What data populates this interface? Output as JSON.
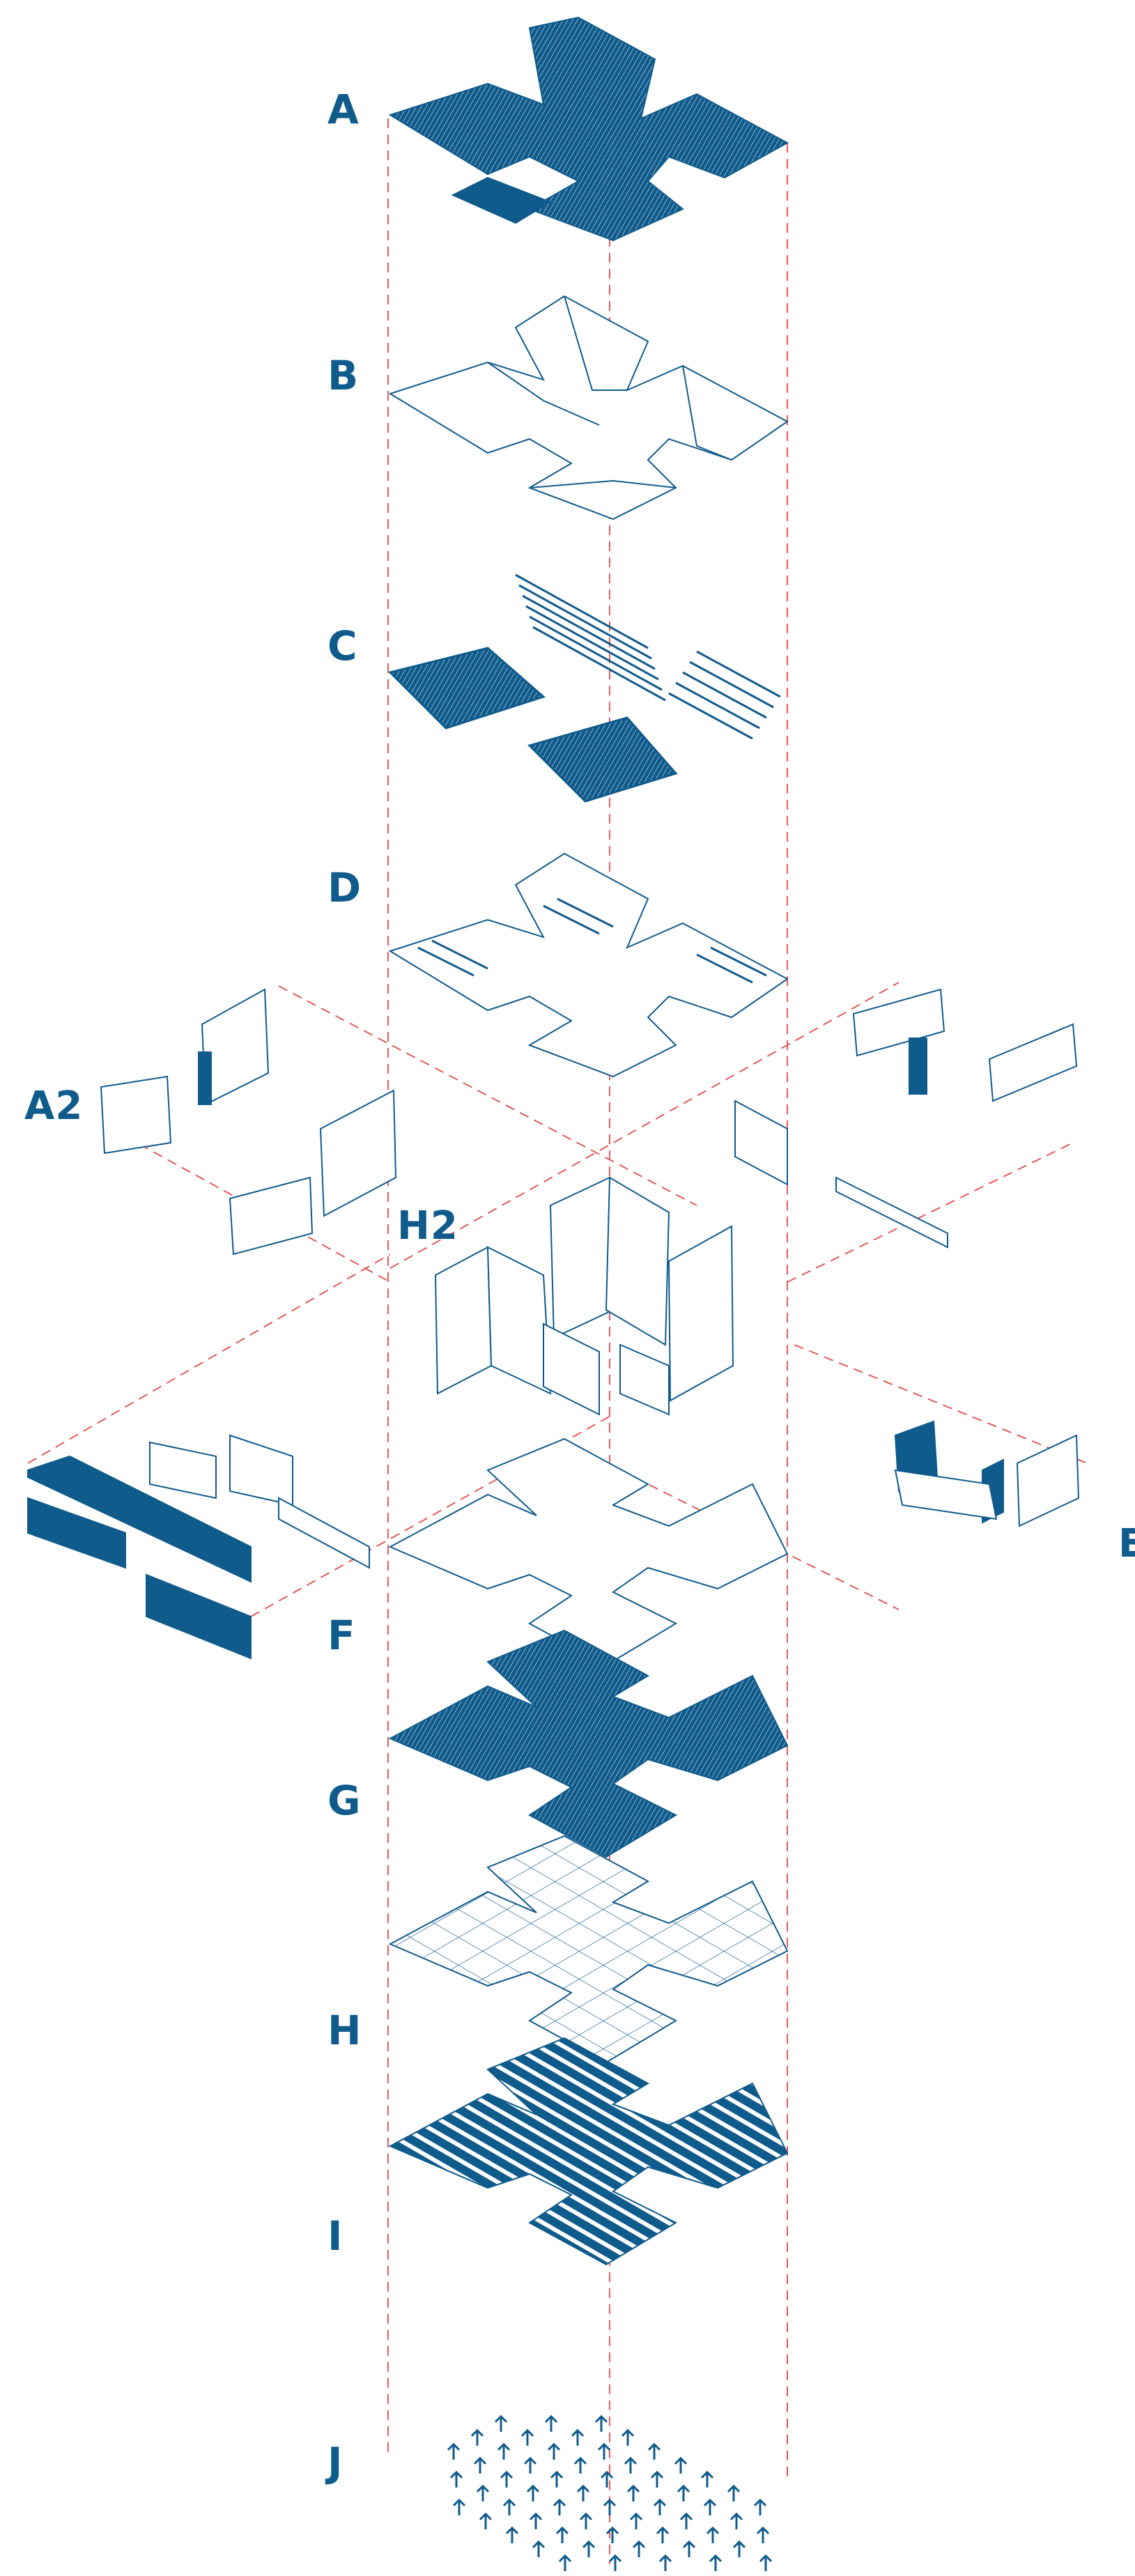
{
  "diagram": {
    "labels": {
      "A": "A",
      "B": "B",
      "C": "C",
      "D": "D",
      "A2": "A2",
      "H2": "H2",
      "E": "E",
      "F": "F",
      "G": "G",
      "H": "H",
      "I": "I",
      "J": "J"
    },
    "colors": {
      "primary": "#0f5b8c",
      "guide": "#e35a5a",
      "background": "#ffffff"
    }
  }
}
